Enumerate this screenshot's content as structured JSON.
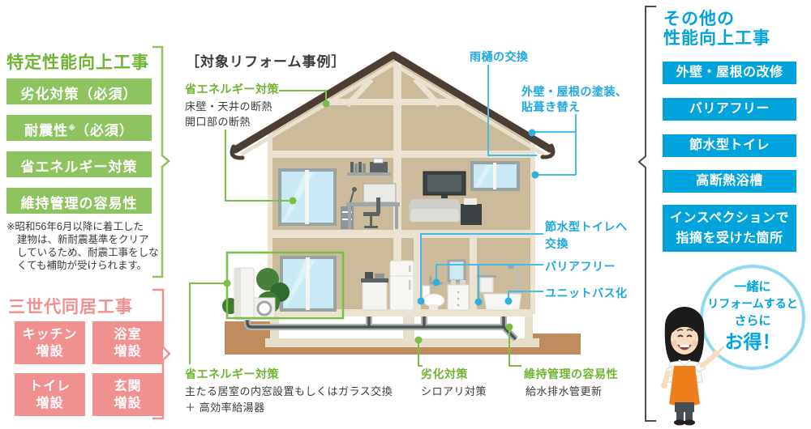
{
  "example_title": "［対象リフォーム事例］",
  "left_panel": {
    "title": "特定性能向上工事",
    "items": [
      {
        "pre": "劣化対策（必須）",
        "sup": "",
        "post": ""
      },
      {
        "pre": "耐震性",
        "sup": "※",
        "post": "（必須）"
      },
      {
        "pre": "省エネルギー対策",
        "sup": "",
        "post": ""
      },
      {
        "pre": "維持管理の容易性",
        "sup": "",
        "post": ""
      }
    ],
    "note_lines": [
      "※昭和56年6月以降に着工した",
      "建物は、新耐震基準をクリア",
      "しているため、耐震工事をしな",
      "くても補助が受けられます。"
    ]
  },
  "three_generation_panel": {
    "title": "三世代同居工事",
    "items": [
      {
        "line1": "キッチン",
        "line2": "増設"
      },
      {
        "line1": "浴室",
        "line2": "増設"
      },
      {
        "line1": "トイレ",
        "line2": "増設"
      },
      {
        "line1": "玄関",
        "line2": "増設"
      }
    ]
  },
  "right_panel": {
    "title_line1": "その他の",
    "title_line2": "性能向上工事",
    "items": [
      "外壁・屋根の改修",
      "バリアフリー",
      "節水型トイレ",
      "高断熱浴槽"
    ],
    "inspection_line1": "インスペクションで",
    "inspection_line2": "指摘を受けた箇所"
  },
  "callouts": {
    "energy_top": {
      "title": "省エネルギー対策",
      "line1": "床壁・天井の断熱",
      "line2": "開口部の断熱"
    },
    "rain_gutter": {
      "title": "雨樋の交換"
    },
    "exterior": {
      "line1": "外壁・屋根の塗装、",
      "line2": "貼葺き替え"
    },
    "water_saving_toilet": {
      "line1": "節水型トイレへ",
      "line2": "交換"
    },
    "barrier_free": {
      "title": "バリアフリー"
    },
    "unit_bath": {
      "title": "ユニットバス化"
    },
    "energy_bottom": {
      "title": "省エネルギー対策",
      "line1": "主たる居室の内窓設置もしくはガラス交換",
      "line2": "＋ 高効率給湯器"
    },
    "deterioration": {
      "title": "劣化対策",
      "line1": "シロアリ対策"
    },
    "maintenance": {
      "title": "維持管理の容易性",
      "line1": "給水排水管更新"
    }
  },
  "speech_bubble": {
    "line1": "一緒に",
    "line2": "リフォームすると",
    "line3": "さらに",
    "emphasis": "お得！"
  },
  "colors": {
    "green_text": "#6FB433",
    "green_button": "#8DC45F",
    "green_line": "#7CBE45",
    "blue_text": "#1EA7E0",
    "blue_button": "#00A3DB",
    "blue_line": "#45BCE8",
    "pink": "#F09190",
    "body_text": "#3E3A39",
    "roof": "#4C3E35",
    "wall": "#CBBB9B",
    "frame_cream": "#EAE3D1",
    "ground_brown": "#BF8C5F",
    "window_blue": "#CDEAF5",
    "bubble_border": "#8ED9F3",
    "bubble_text": "#00A4DC",
    "apron_orange": "#EF7F1C"
  }
}
